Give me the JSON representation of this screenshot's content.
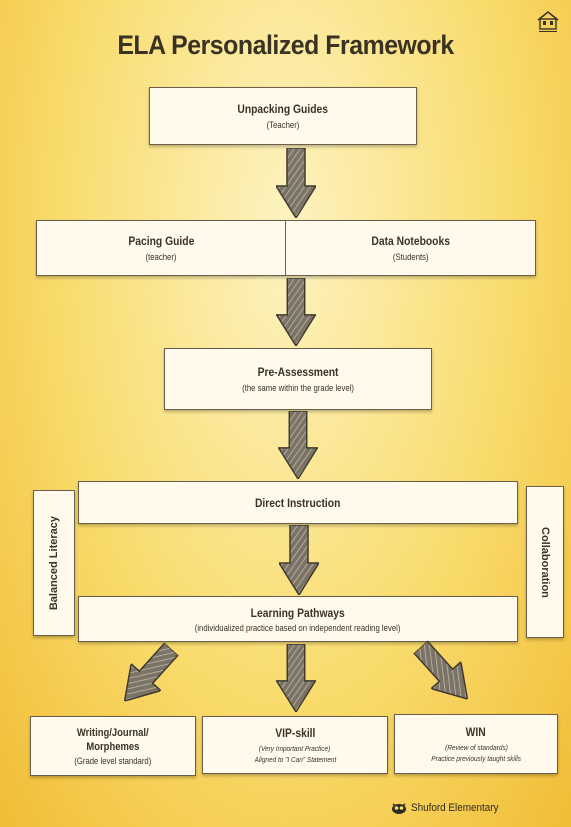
{
  "title": "ELA Personalized Framework",
  "unpacking": {
    "main": "Unpacking Guides",
    "sub": "(Teacher)"
  },
  "pacing": {
    "main": "Pacing Guide",
    "sub": "(teacher)"
  },
  "data_notebooks": {
    "main": "Data Notebooks",
    "sub": "(Students)"
  },
  "pre_assessment": {
    "main": "Pre-Assessment",
    "sub": "(the same within the grade level)"
  },
  "direct_instruction": {
    "main": "Direct Instruction"
  },
  "learning_pathways": {
    "main": "Learning Pathways",
    "sub": "(individualized practice based on independent reading level)"
  },
  "side_left": "Balanced Literacy",
  "side_right": "Collaboration",
  "writing": {
    "line1": "Writing/Journal/",
    "line2": "Morphemes",
    "sub": "(Grade level standard)"
  },
  "vip": {
    "main": "VIP-skill",
    "sub1": "(Very Important Practice)",
    "sub2": "Aligned to \"I Can\" Statement"
  },
  "win": {
    "main": "WIN",
    "sub1": "(Review of standards)",
    "sub2": "Practice previously taught skills"
  },
  "footer": "Shuford Elementary",
  "colors": {
    "background": "#f9dc6e",
    "box": "#fffaec",
    "border": "#6c604c",
    "arrow": "#6b6456",
    "text": "#3b3325"
  },
  "icons": {
    "logo": "house-logo-icon",
    "mascot": "owl-mascot-icon",
    "arrow": "down-arrow-icon"
  }
}
